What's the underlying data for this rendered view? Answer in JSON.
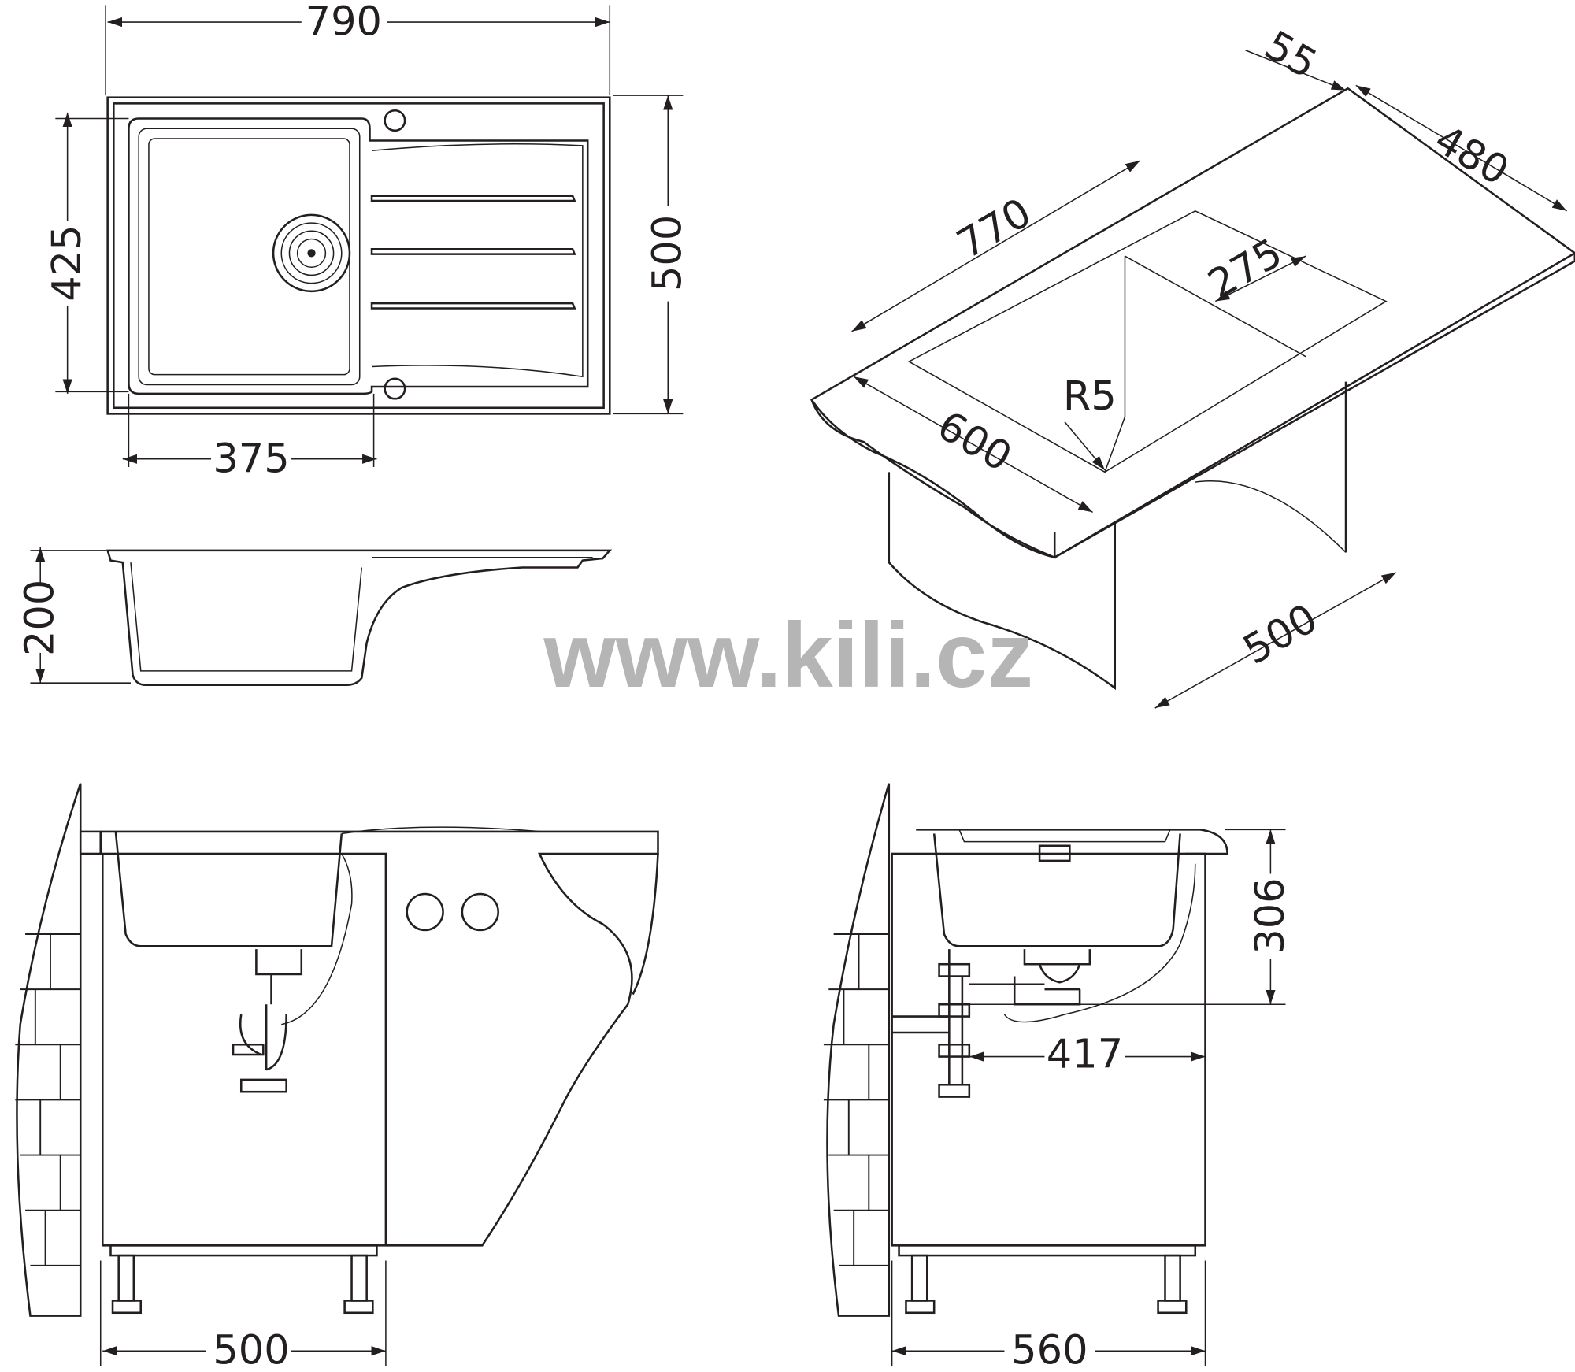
{
  "watermark": "www.kili.cz",
  "top_view": {
    "width": "790",
    "bowl_depth": "425",
    "depth": "500",
    "bowl_width": "375"
  },
  "side_view": {
    "height": "200"
  },
  "iso_view": {
    "back_edge": "55",
    "side": "480",
    "length": "770",
    "bowl_inner": "275",
    "radius": "R5",
    "front_depth": "600",
    "cabinet_depth": "500"
  },
  "front_install": {
    "cabinet_width": "500"
  },
  "side_install": {
    "cabinet_width": "560",
    "bowl_height": "306",
    "drain_offset": "417"
  }
}
